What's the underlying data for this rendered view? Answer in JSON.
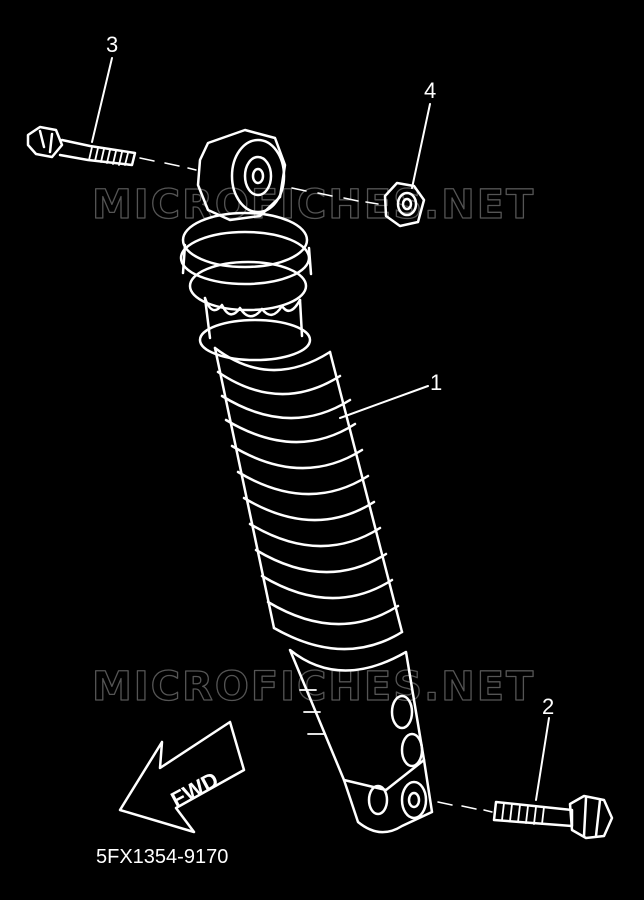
{
  "diagram": {
    "drawing_code": "5FX1354-9170",
    "direction_label": "FWD",
    "watermark_text": "MICROFICHES.NET",
    "parts": [
      {
        "callout": "1",
        "name": "shock-absorber"
      },
      {
        "callout": "2",
        "name": "bolt-lower"
      },
      {
        "callout": "3",
        "name": "bolt-upper"
      },
      {
        "callout": "4",
        "name": "nut"
      }
    ],
    "colors": {
      "background": "#000000",
      "lines": "#ffffff",
      "watermark": "#555555"
    }
  }
}
